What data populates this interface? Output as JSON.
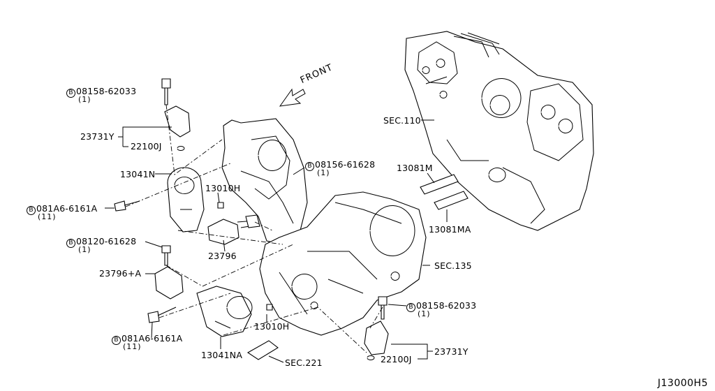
{
  "diagram": {
    "front_label": "FRONT",
    "drawing_code": "J13000H5",
    "callouts": {
      "bolt_top_left": {
        "code": "08158-62033",
        "qty": "(1)"
      },
      "sensor_top": "23731Y",
      "oring_top": "22100J",
      "cover_top": "13041N",
      "bolt_left_upper": {
        "code": "081A6-6161A",
        "qty": "(11)"
      },
      "plug_upper": "13010H",
      "bolt_cover_upper": {
        "code": "08156-61628",
        "qty": "(1)"
      },
      "bolt_mid_left": {
        "code": "08120-61628",
        "qty": "(1)"
      },
      "valve_upper": "23796",
      "valve_lower": "23796+A",
      "bolt_left_lower": {
        "code": "081A6-6161A",
        "qty": "(11)"
      },
      "plug_lower": "13010H",
      "cover_lower": "13041NA",
      "sec221": "SEC.221",
      "sec135": "SEC.135",
      "sec110": "SEC.110",
      "stud_upper": "13081M",
      "stud_lower": "13081MA",
      "bolt_right": {
        "code": "08158-62033",
        "qty": "(1)"
      },
      "sensor_bottom": "23731Y",
      "oring_bottom": "22100J"
    },
    "bolt_symbol": "B"
  }
}
